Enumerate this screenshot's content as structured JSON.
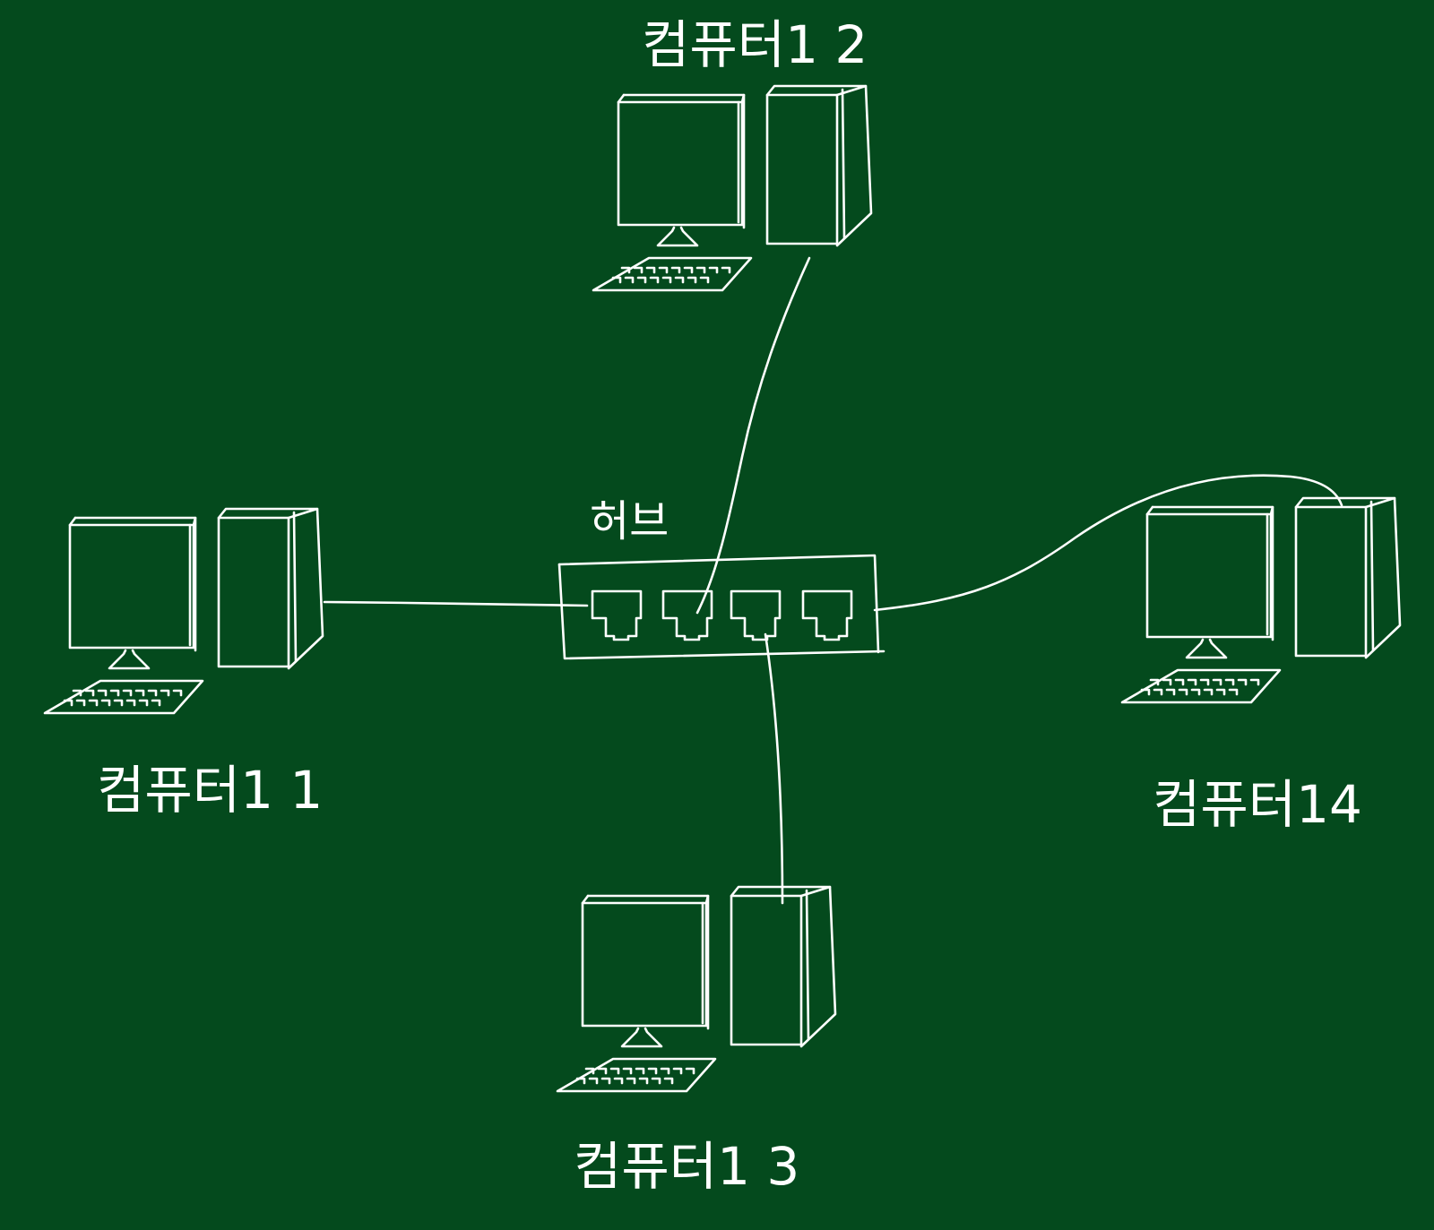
{
  "board": {
    "background": "#044a1d",
    "chalk_color": "#ffffff"
  },
  "hub": {
    "label": "허브",
    "ports": 4
  },
  "computers": [
    {
      "id": "pc1",
      "label": "컴퓨터1 1",
      "icon": "desktop-computer-icon"
    },
    {
      "id": "pc2",
      "label": "컴퓨터1 2",
      "icon": "desktop-computer-icon"
    },
    {
      "id": "pc3",
      "label": "컴퓨터1 3",
      "icon": "desktop-computer-icon"
    },
    {
      "id": "pc4",
      "label": "컴퓨터14",
      "icon": "desktop-computer-icon"
    }
  ]
}
